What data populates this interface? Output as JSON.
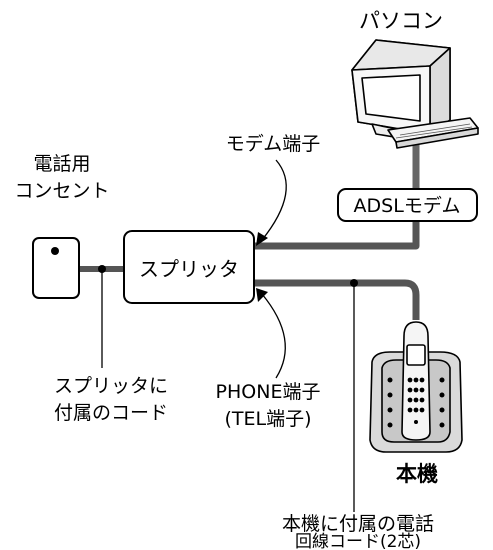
{
  "labels": {
    "pc": "パソコン",
    "outlet_line1": "電話用",
    "outlet_line2": "コンセント",
    "modem_port": "モデム端子",
    "adsl_modem": "ADSLモデム",
    "splitter": "スプリッタ",
    "splitter_cord_line1": "スプリッタに",
    "splitter_cord_line2": "付属のコード",
    "phone_port_line1": "PHONE端子",
    "phone_port_line2": "(TEL端子)",
    "main_unit": "本機",
    "line_cord_line1": "本機に付属の電話",
    "line_cord_line2": "回線コード(2芯)"
  },
  "colors": {
    "line": "#000000",
    "cable": "#555555",
    "cable_light": "#9a9a9a",
    "device_fill": "#ffffff"
  }
}
